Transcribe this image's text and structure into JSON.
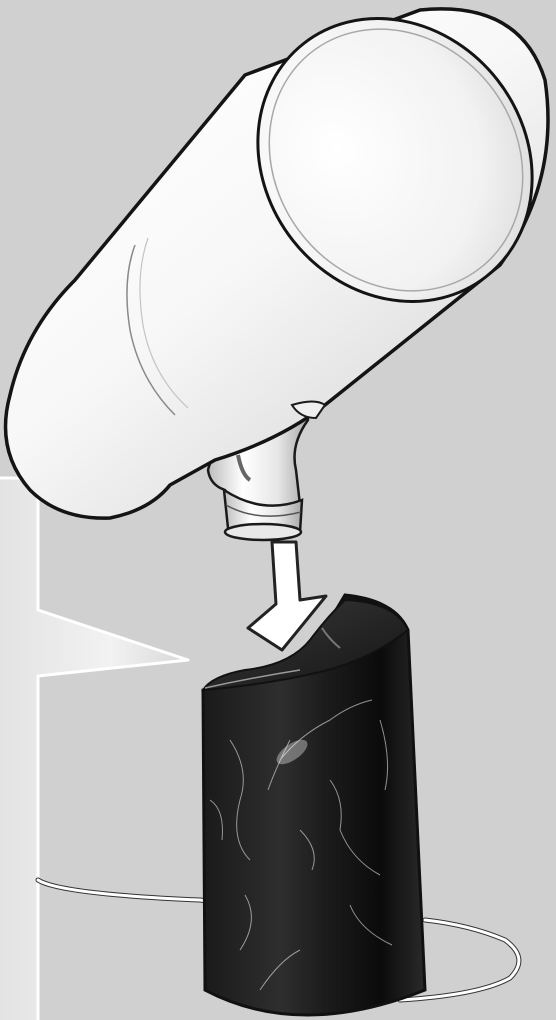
{
  "figure": {
    "background": "#d0d0d0",
    "colors": {
      "outline": "#141414",
      "cylinder_highlight": "#ffffff",
      "cylinder_shadow": "#cfcfcf",
      "marble_dark": "#0c0c0c",
      "marble_light": "#5a5a5a",
      "callout_fill": "#ececec",
      "arrow_fill": "#ffffff",
      "cable": "#ffffff"
    },
    "parts": [
      {
        "id": "speaker-cylinder",
        "icon": "cylinder-shape"
      },
      {
        "id": "mount-connector",
        "icon": "connector-shape"
      },
      {
        "id": "down-arrow",
        "icon": "arrow-down"
      },
      {
        "id": "marble-base",
        "icon": "cylinder-base-shape"
      },
      {
        "id": "power-cable",
        "icon": "cable-line"
      },
      {
        "id": "callout-box",
        "icon": "callout-shape"
      }
    ]
  }
}
